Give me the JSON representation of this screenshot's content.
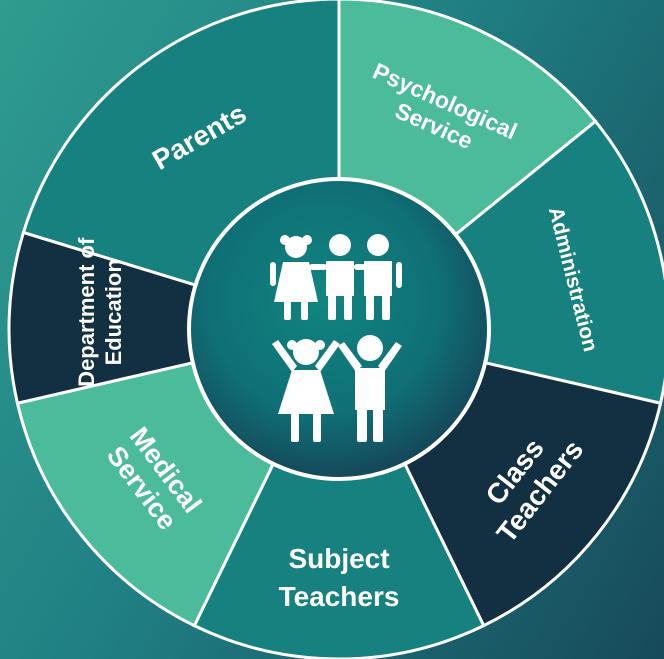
{
  "colors": {
    "teal": "#16817f",
    "mint": "#4bbb9b",
    "navy": "#132f42",
    "divider": "#ffffff",
    "hub_inner": "#0f7c7c",
    "hub_outer": "#155061"
  },
  "center": {
    "icon": "children-group-icon"
  },
  "segments": [
    {
      "id": "parents",
      "lines": [
        "Parents"
      ],
      "fill": "teal"
    },
    {
      "id": "psychological-service",
      "lines": [
        "Psychological",
        "Service"
      ],
      "fill": "mint"
    },
    {
      "id": "administration",
      "lines": [
        "Administration"
      ],
      "fill": "teal"
    },
    {
      "id": "class-teachers",
      "lines": [
        "Class",
        "Teachers"
      ],
      "fill": "navy"
    },
    {
      "id": "subject-teachers",
      "lines": [
        "Subject",
        "Teachers"
      ],
      "fill": "teal"
    },
    {
      "id": "medical-service",
      "lines": [
        "Medical",
        "Service"
      ],
      "fill": "mint"
    },
    {
      "id": "department-of-education",
      "lines": [
        "Department of",
        "Education"
      ],
      "fill": "navy"
    }
  ]
}
